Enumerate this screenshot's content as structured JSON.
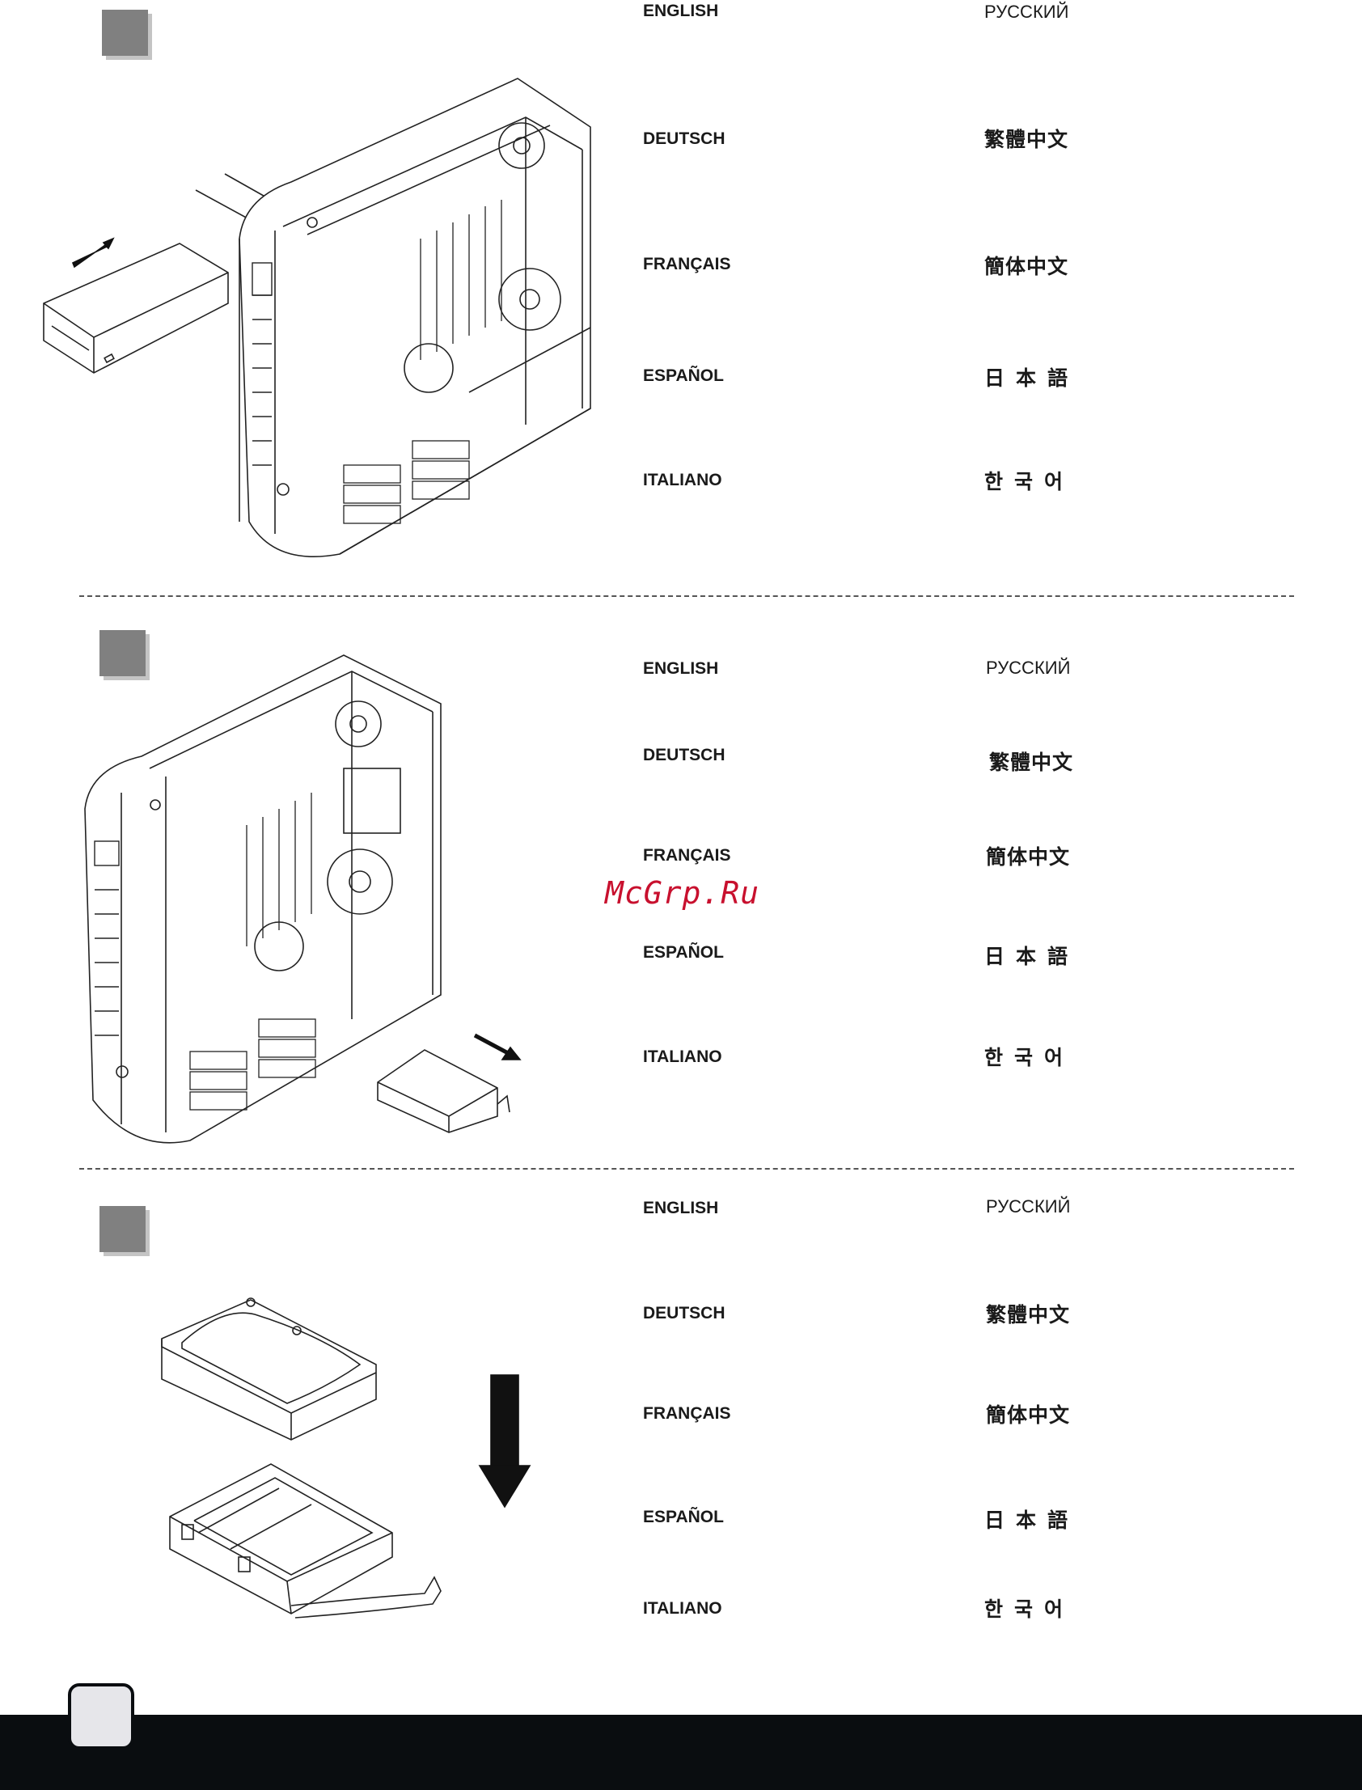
{
  "watermark": "McGrp.Ru",
  "sections": [
    {
      "languages": {
        "english": "ENGLISH",
        "deutsch": "DEUTSCH",
        "francais": "FRANÇAIS",
        "espanol": "ESPAÑOL",
        "italiano": "ITALIANO",
        "russian": "РУССКИЙ",
        "trad_chinese": "繁體中文",
        "simp_chinese": "簡体中文",
        "japanese": "日本語",
        "korean": "한국어"
      },
      "illustration_icon": "optical-drive-insert-icon"
    },
    {
      "languages": {
        "english": "ENGLISH",
        "deutsch": "DEUTSCH",
        "francais": "FRANÇAIS",
        "espanol": "ESPAÑOL",
        "italiano": "ITALIANO",
        "russian": "РУССКИЙ",
        "trad_chinese": "繁體中文",
        "simp_chinese": "簡体中文",
        "japanese": "日本語",
        "korean": "한국어"
      },
      "illustration_icon": "drive-tray-removal-icon"
    },
    {
      "languages": {
        "english": "ENGLISH",
        "deutsch": "DEUTSCH",
        "francais": "FRANÇAIS",
        "espanol": "ESPAÑOL",
        "italiano": "ITALIANO",
        "russian": "РУССКИЙ",
        "trad_chinese": "繁體中文",
        "simp_chinese": "簡体中文",
        "japanese": "日本語",
        "korean": "한국어"
      },
      "illustration_icon": "hard-drive-into-tray-icon"
    }
  ],
  "colors": {
    "step_box": "#808080",
    "footer": "#0a0d10",
    "watermark": "#c8102e",
    "page_tab": "#e6e6ea"
  }
}
